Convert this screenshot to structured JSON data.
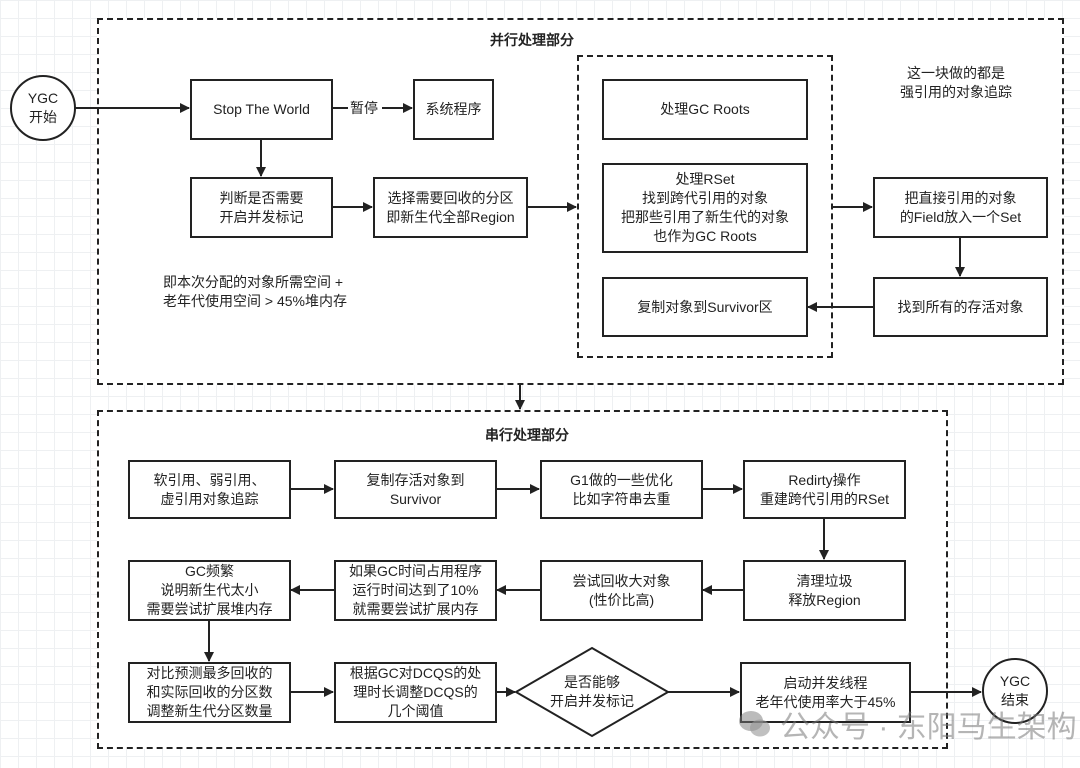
{
  "parallel": {
    "title": "并行处理部分",
    "start": [
      "YGC",
      "开始"
    ],
    "stw": [
      "Stop The World"
    ],
    "pause_label": "暂停",
    "system": [
      "系统程序"
    ],
    "judge": [
      "判断是否需要",
      "开启并发标记"
    ],
    "select": [
      "选择需要回收的分区",
      "即新生代全部Region"
    ],
    "note_left": [
      "即本次分配的对象所需空间 +",
      "老年代使用空间 > 45%堆内存"
    ],
    "note_right": [
      "这一块做的都是",
      "强引用的对象追踪"
    ],
    "gc_roots": [
      "处理GC Roots"
    ],
    "rset": [
      "处理RSet",
      "找到跨代引用的对象",
      "把那些引用了新生代的对象",
      "也作为GC Roots"
    ],
    "copy_survivor": [
      "复制对象到Survivor区"
    ],
    "field_set": [
      "把直接引用的对象",
      "的Field放入一个Set"
    ],
    "find_alive": [
      "找到所有的存活对象"
    ]
  },
  "serial": {
    "title": "串行处理部分",
    "row1": [
      [
        "软引用、弱引用、",
        "虚引用对象追踪"
      ],
      [
        "复制存活对象到",
        "Survivor"
      ],
      [
        "G1做的一些优化",
        "比如字符串去重"
      ],
      [
        "Redirty操作",
        "重建跨代引用的RSet"
      ]
    ],
    "row2": [
      [
        "GC频繁",
        "说明新生代太小",
        "需要尝试扩展堆内存"
      ],
      [
        "如果GC时间占用程序",
        "运行时间达到了10%",
        "就需要尝试扩展内存"
      ],
      [
        "尝试回收大对象",
        "(性价比高)"
      ],
      [
        "清理垃圾",
        "释放Region"
      ]
    ],
    "row3": [
      [
        "对比预测最多回收的",
        "和实际回收的分区数",
        "调整新生代分区数量"
      ],
      [
        "根据GC对DCQS的处",
        "理时长调整DCQS的",
        "几个阈值"
      ]
    ],
    "decision": [
      "是否能够",
      "开启并发标记"
    ],
    "start_concurrent": [
      "启动并发线程",
      "老年代使用率大于45%"
    ],
    "end": [
      "YGC",
      "结束"
    ]
  },
  "watermark": "公众号 · 东阳马生架构",
  "colors": {
    "stroke": "#222222",
    "grid": "#eef0f2"
  }
}
